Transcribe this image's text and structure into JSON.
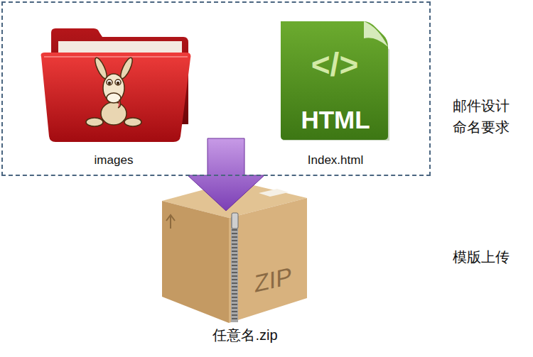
{
  "diagram": {
    "nodes": [
      {
        "text": [
          "邮件设计 命名要求"
        ]
      },
      {
        "text": [
          "images"
        ],
        "in": 0
      },
      {
        "text": [
          "</>",
          "HTML",
          "Index.html"
        ],
        "in": 0
      },
      {
        "text": [
          "ZIP",
          "任意名.zip"
        ]
      }
    ],
    "edges": [
      {
        "from": 0,
        "to": 3,
        "arrow": "to"
      }
    ],
    "labels": [
      "模版上传"
    ]
  }
}
